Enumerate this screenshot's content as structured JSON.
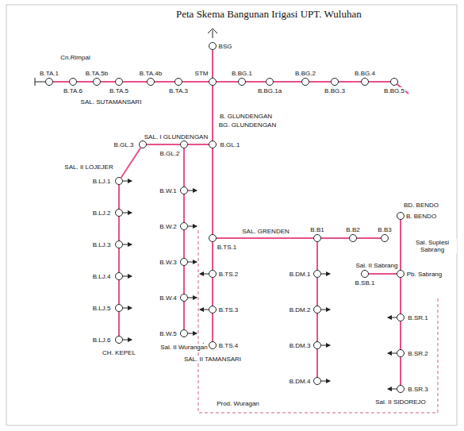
{
  "diagram": {
    "title": "Peta Skema Bangunan Irigasi UPT. Wuluhan",
    "nodes": [
      {
        "text": [
          "BSG"
        ]
      },
      {
        "text": [
          "B.TA.1"
        ]
      },
      {
        "text": [
          "B.TA.6"
        ]
      },
      {
        "text": [
          "B.TA.5b"
        ]
      },
      {
        "text": [
          "B.TA.5"
        ]
      },
      {
        "text": [
          "B.TA.4b"
        ]
      },
      {
        "text": [
          "B.TA.3"
        ]
      },
      {
        "text": [
          "STM"
        ]
      },
      {
        "text": [
          "B.BG.1"
        ]
      },
      {
        "text": [
          "B.BG.1a"
        ]
      },
      {
        "text": [
          "B.BG.2"
        ]
      },
      {
        "text": [
          "B.BG.3"
        ]
      },
      {
        "text": [
          "B.BG.4"
        ]
      },
      {
        "text": [
          "B.BG.5"
        ]
      },
      {
        "text": [
          "B.GL.1"
        ]
      },
      {
        "text": [
          "B.GL.2"
        ]
      },
      {
        "text": [
          "B.GL.3"
        ]
      },
      {
        "text": [
          "B.LJ.1"
        ]
      },
      {
        "text": [
          "B.LJ.2"
        ]
      },
      {
        "text": [
          "B.LJ.3"
        ]
      },
      {
        "text": [
          "B.LJ.4"
        ]
      },
      {
        "text": [
          "B.LJ.5"
        ]
      },
      {
        "text": [
          "B.LJ.6"
        ]
      },
      {
        "text": [
          "B.W.1"
        ]
      },
      {
        "text": [
          "B.W.2"
        ]
      },
      {
        "text": [
          "B.W.3"
        ]
      },
      {
        "text": [
          "B.W.4"
        ]
      },
      {
        "text": [
          "B.W.5"
        ]
      },
      {
        "text": [
          "B.TS.1"
        ]
      },
      {
        "text": [
          "B.TS.2"
        ]
      },
      {
        "text": [
          "B.TS.3"
        ]
      },
      {
        "text": [
          "B.TS.4"
        ]
      },
      {
        "text": [
          "B.B1"
        ]
      },
      {
        "text": [
          "B.B2"
        ]
      },
      {
        "text": [
          "B.B3"
        ]
      },
      {
        "text": [
          "B. BENDO"
        ]
      },
      {
        "text": [
          "Pb. Sabrang"
        ]
      },
      {
        "text": [
          "B.SB.1"
        ]
      },
      {
        "text": [
          "B.SR.1"
        ]
      },
      {
        "text": [
          "B.SR.2"
        ]
      },
      {
        "text": [
          "B.SR.3"
        ]
      },
      {
        "text": [
          "B.DM.1"
        ]
      },
      {
        "text": [
          "B.DM.2"
        ]
      },
      {
        "text": [
          "B.DM.3"
        ]
      },
      {
        "text": [
          "B.DM.4"
        ]
      }
    ],
    "edges": [
      {
        "from": 0,
        "to": 7,
        "arrow": "none"
      },
      {
        "from": 1,
        "to": 2,
        "arrow": "none"
      },
      {
        "from": 2,
        "to": 3,
        "arrow": "none"
      },
      {
        "from": 3,
        "to": 4,
        "arrow": "none"
      },
      {
        "from": 4,
        "to": 5,
        "arrow": "none"
      },
      {
        "from": 5,
        "to": 6,
        "arrow": "none"
      },
      {
        "from": 6,
        "to": 7,
        "arrow": "none"
      },
      {
        "from": 7,
        "to": 8,
        "arrow": "none"
      },
      {
        "from": 8,
        "to": 9,
        "arrow": "none"
      },
      {
        "from": 9,
        "to": 10,
        "arrow": "none"
      },
      {
        "from": 10,
        "to": 11,
        "arrow": "none"
      },
      {
        "from": 11,
        "to": 12,
        "arrow": "none"
      },
      {
        "from": 12,
        "to": 13,
        "arrow": "none"
      },
      {
        "from": 7,
        "to": 14,
        "arrow": "none"
      },
      {
        "from": 14,
        "to": 15,
        "arrow": "none"
      },
      {
        "from": 15,
        "to": 16,
        "arrow": "none"
      },
      {
        "from": 16,
        "to": 17,
        "arrow": "none"
      },
      {
        "from": 17,
        "to": 18,
        "arrow": "none"
      },
      {
        "from": 18,
        "to": 19,
        "arrow": "none"
      },
      {
        "from": 19,
        "to": 20,
        "arrow": "none"
      },
      {
        "from": 20,
        "to": 21,
        "arrow": "none"
      },
      {
        "from": 21,
        "to": 22,
        "arrow": "none"
      },
      {
        "from": 15,
        "to": 23,
        "arrow": "none"
      },
      {
        "from": 23,
        "to": 24,
        "arrow": "none"
      },
      {
        "from": 24,
        "to": 25,
        "arrow": "none"
      },
      {
        "from": 25,
        "to": 26,
        "arrow": "none"
      },
      {
        "from": 26,
        "to": 27,
        "arrow": "none"
      },
      {
        "from": 14,
        "to": 28,
        "arrow": "none"
      },
      {
        "from": 28,
        "to": 29,
        "arrow": "none"
      },
      {
        "from": 29,
        "to": 30,
        "arrow": "none"
      },
      {
        "from": 30,
        "to": 31,
        "arrow": "none"
      },
      {
        "from": 28,
        "to": 32,
        "arrow": "none"
      },
      {
        "from": 32,
        "to": 33,
        "arrow": "none"
      },
      {
        "from": 33,
        "to": 34,
        "arrow": "none"
      },
      {
        "from": 35,
        "to": 36,
        "arrow": "none"
      },
      {
        "from": 36,
        "to": 37,
        "arrow": "none"
      },
      {
        "from": 36,
        "to": 38,
        "arrow": "none"
      },
      {
        "from": 38,
        "to": 39,
        "arrow": "none"
      },
      {
        "from": 39,
        "to": 40,
        "arrow": "none"
      },
      {
        "from": 32,
        "to": 41,
        "arrow": "none"
      },
      {
        "from": 41,
        "to": 42,
        "arrow": "none"
      },
      {
        "from": 42,
        "to": 43,
        "arrow": "none"
      },
      {
        "from": 43,
        "to": 44,
        "arrow": "none"
      }
    ],
    "labels": [
      "Cn.Rimpal",
      "SAL. SUTAMANSARI",
      "B. GLUNDENGAN",
      "BG. GLUNDENGAN",
      "SAL. I GLUNDENGAN",
      "SAL. II LOJEJER",
      "CH. KEPEL",
      "Sal. II Wurangan",
      "SAL. II TAMANSARI",
      "SAL. GRENDEN",
      "BD. BENDO",
      "Sal. Suplesi Sabrang",
      "Sal. II Sabrang",
      "Sal. II SIDOREJO",
      "Prod. Wuragan"
    ]
  }
}
